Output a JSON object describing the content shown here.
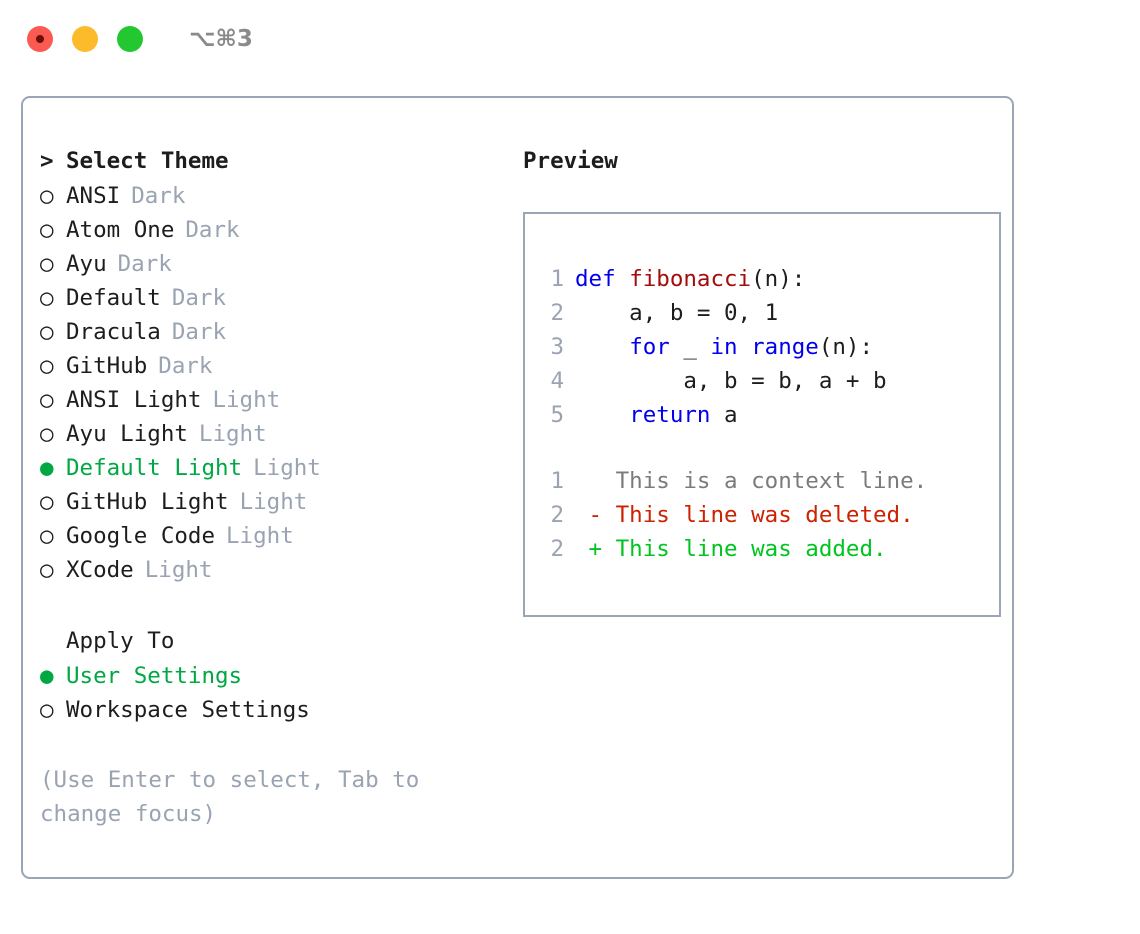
{
  "titlebar": {
    "shortcut": "⌥⌘3",
    "buttons": [
      {
        "name": "close",
        "color": "#fb5a52"
      },
      {
        "name": "minimize",
        "color": "#fcbb2b"
      },
      {
        "name": "maximize",
        "color": "#23c831"
      }
    ]
  },
  "theme_picker": {
    "header": {
      "prefix": ">",
      "label": "Select Theme"
    },
    "items": [
      {
        "marker": "○",
        "name": "ANSI",
        "variant": "Dark",
        "selected": false
      },
      {
        "marker": "○",
        "name": "Atom One",
        "variant": "Dark",
        "selected": false
      },
      {
        "marker": "○",
        "name": "Ayu",
        "variant": "Dark",
        "selected": false
      },
      {
        "marker": "○",
        "name": "Default",
        "variant": "Dark",
        "selected": false
      },
      {
        "marker": "○",
        "name": "Dracula",
        "variant": "Dark",
        "selected": false
      },
      {
        "marker": "○",
        "name": "GitHub",
        "variant": "Dark",
        "selected": false
      },
      {
        "marker": "○",
        "name": "ANSI Light",
        "variant": "Light",
        "selected": false
      },
      {
        "marker": "○",
        "name": "Ayu Light",
        "variant": "Light",
        "selected": false
      },
      {
        "marker": "●",
        "name": "Default Light",
        "variant": "Light",
        "selected": true
      },
      {
        "marker": "○",
        "name": "GitHub Light",
        "variant": "Light",
        "selected": false
      },
      {
        "marker": "○",
        "name": "Google Code",
        "variant": "Light",
        "selected": false
      },
      {
        "marker": "○",
        "name": "XCode",
        "variant": "Light",
        "selected": false
      }
    ]
  },
  "apply_to": {
    "header": "Apply To",
    "options": [
      {
        "marker": "●",
        "label": "User Settings",
        "selected": true
      },
      {
        "marker": "○",
        "label": "Workspace Settings",
        "selected": false
      }
    ]
  },
  "hint": "(Use Enter to select, Tab to change focus)",
  "preview": {
    "title": "Preview",
    "code_lines": [
      {
        "num": "1",
        "tokens": [
          {
            "t": "def ",
            "c": "kw"
          },
          {
            "t": "fibonacci",
            "c": "fn"
          },
          {
            "t": "(n):",
            "c": "pl"
          }
        ]
      },
      {
        "num": "2",
        "tokens": [
          {
            "t": "    a, b = 0, 1",
            "c": "pl"
          }
        ]
      },
      {
        "num": "3",
        "tokens": [
          {
            "t": "    ",
            "c": "pl"
          },
          {
            "t": "for",
            "c": "kw"
          },
          {
            "t": " _ ",
            "c": "pl"
          },
          {
            "t": "in",
            "c": "kw"
          },
          {
            "t": " ",
            "c": "pl"
          },
          {
            "t": "range",
            "c": "kw"
          },
          {
            "t": "(n):",
            "c": "pl"
          }
        ]
      },
      {
        "num": "4",
        "tokens": [
          {
            "t": "        a, b = b, a + b",
            "c": "pl"
          }
        ]
      },
      {
        "num": "5",
        "tokens": [
          {
            "t": "    ",
            "c": "pl"
          },
          {
            "t": "return",
            "c": "kw"
          },
          {
            "t": " a",
            "c": "pl"
          }
        ]
      }
    ],
    "diff_lines": [
      {
        "num": "1",
        "sign": " ",
        "text": " This is a context line.",
        "kind": "context"
      },
      {
        "num": "2",
        "sign": "-",
        "text": " This line was deleted.",
        "kind": "del"
      },
      {
        "num": "2",
        "sign": "+",
        "text": " This line was added.",
        "kind": "add"
      }
    ]
  },
  "colors": {
    "accent_green": "#00a843",
    "muted": "#9aa3b2",
    "border": "#9aa5b5",
    "keyword": "#0000ee",
    "function": "#a50b0b",
    "diff_add": "#00c420",
    "diff_del": "#cc2200"
  }
}
